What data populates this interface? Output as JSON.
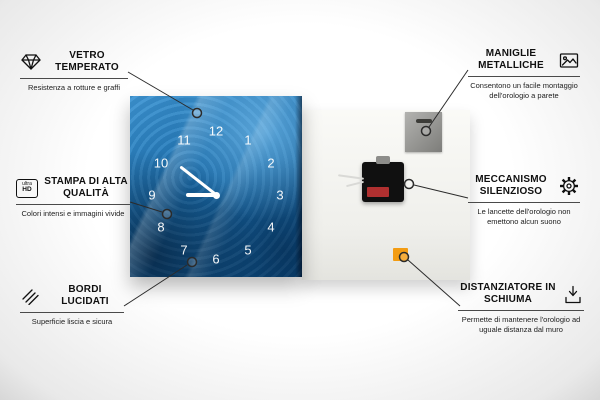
{
  "product": {
    "clock_numbers": [
      "12",
      "1",
      "2",
      "3",
      "4",
      "5",
      "6",
      "7",
      "8",
      "9",
      "10",
      "11"
    ],
    "colors": {
      "clock_blue": "#1b6fae",
      "back_panel": "#efefeb",
      "spacer_orange": "#f39c12",
      "mechanism_black": "#101010"
    }
  },
  "callouts": {
    "left": [
      {
        "icon": "diamond-icon",
        "title": "VETRO TEMPERATO",
        "subtitle": "Resistenza a rotture e graffi"
      },
      {
        "icon": "ultra-hd-icon",
        "icon_top": "ultra",
        "icon_bottom": "HD",
        "title": "STAMPA DI ALTA QUALITÀ",
        "subtitle": "Colori intensi e immagini vivide"
      },
      {
        "icon": "polished-edge-icon",
        "title": "BORDI LUCIDATI",
        "subtitle": "Superficie liscia e sicura"
      }
    ],
    "right": [
      {
        "icon": "picture-frame-icon",
        "title": "MANIGLIE METALLICHE",
        "subtitle": "Consentono un facile montaggio dell'orologio a parete"
      },
      {
        "icon": "gear-icon",
        "title": "MECCANISMO SILENZIOSO",
        "subtitle": "Le lancette dell'orologio non emettono alcun suono"
      },
      {
        "icon": "foam-spacer-icon",
        "title": "DISTANZIATORE IN SCHIUMA",
        "subtitle": "Permette di mantenere l'orologio ad uguale distanza dal muro"
      }
    ]
  }
}
